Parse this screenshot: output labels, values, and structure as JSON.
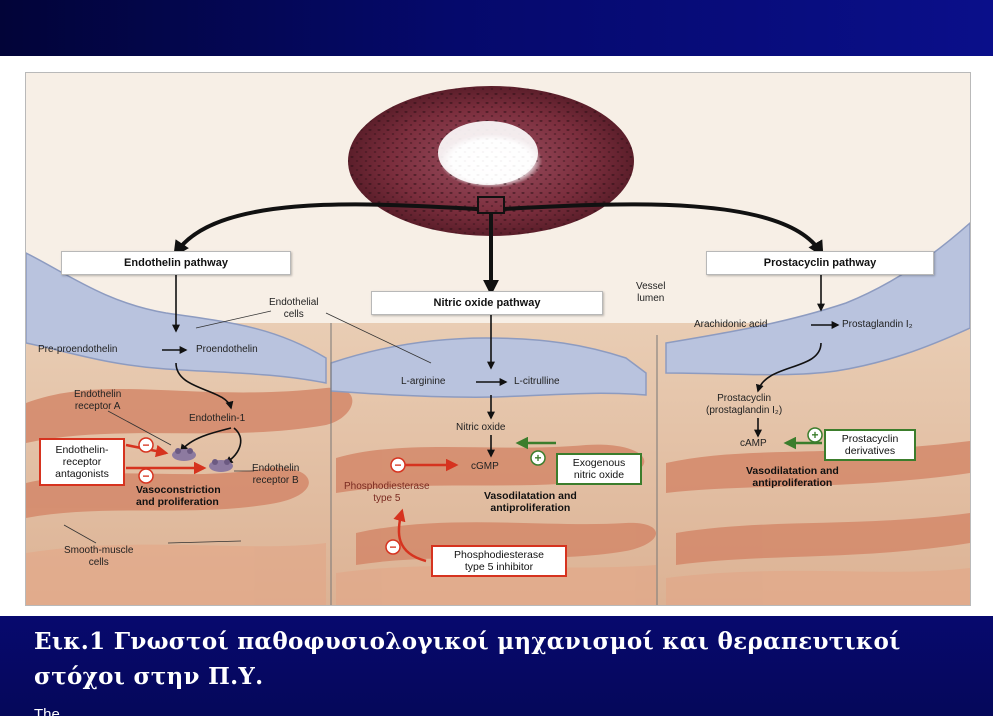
{
  "diagram": {
    "pathways": {
      "endothelin": "Endothelin pathway",
      "nitric_oxide": "Nitric oxide pathway",
      "prostacyclin": "Prostacyclin pathway"
    },
    "labels": {
      "vessel_lumen": "Vessel\nlumen",
      "endothelial_cells": "Endothelial\ncells",
      "smooth_muscle_cells": "Smooth-muscle\ncells"
    },
    "endothelin": {
      "pre_proendothelin": "Pre-proendothelin",
      "proendothelin": "Proendothelin",
      "endothelin_1": "Endothelin-1",
      "receptor_a": "Endothelin\nreceptor A",
      "receptor_b": "Endothelin\nreceptor B",
      "antagonists": "Endothelin-\nreceptor\nantagonists",
      "effect": "Vasoconstriction\nand proliferation"
    },
    "nitric_oxide": {
      "l_arginine": "L-arginine",
      "l_citrulline": "L-citrulline",
      "nitric_oxide": "Nitric oxide",
      "cgmp": "cGMP",
      "exogenous": "Exogenous\nnitric oxide",
      "pde5": "Phosphodiesterase\ntype 5",
      "pde5_inhibitor": "Phosphodiesterase\ntype 5 inhibitor",
      "effect": "Vasodilatation and\nantiproliferation"
    },
    "prostacyclin": {
      "arachidonic_acid": "Arachidonic acid",
      "prostaglandin_i2": "Prostaglandin I₂",
      "prostacyclin": "Prostacyclin\n(prostaglandin I₂)",
      "camp": "cAMP",
      "derivatives": "Prostacyclin\nderivatives",
      "effect": "Vasodilatation and\nantiproliferation"
    },
    "signs": {
      "inhibit": "−",
      "stimulate": "+"
    }
  },
  "caption": {
    "title": "Εικ.1 Γνωστοί παθοφυσιολογικοί μηχανισμοί και θεραπευτικοί στόχοι στην Π.Υ.",
    "body_partial": "The ... ... ... ... ... ... ... ... ... ... ... ..."
  },
  "colors": {
    "slide_dark": "#05085a",
    "inhibit_red": "#d6331f",
    "stimulate_green": "#3b7d2c",
    "endothelium": "#b9c3de"
  }
}
